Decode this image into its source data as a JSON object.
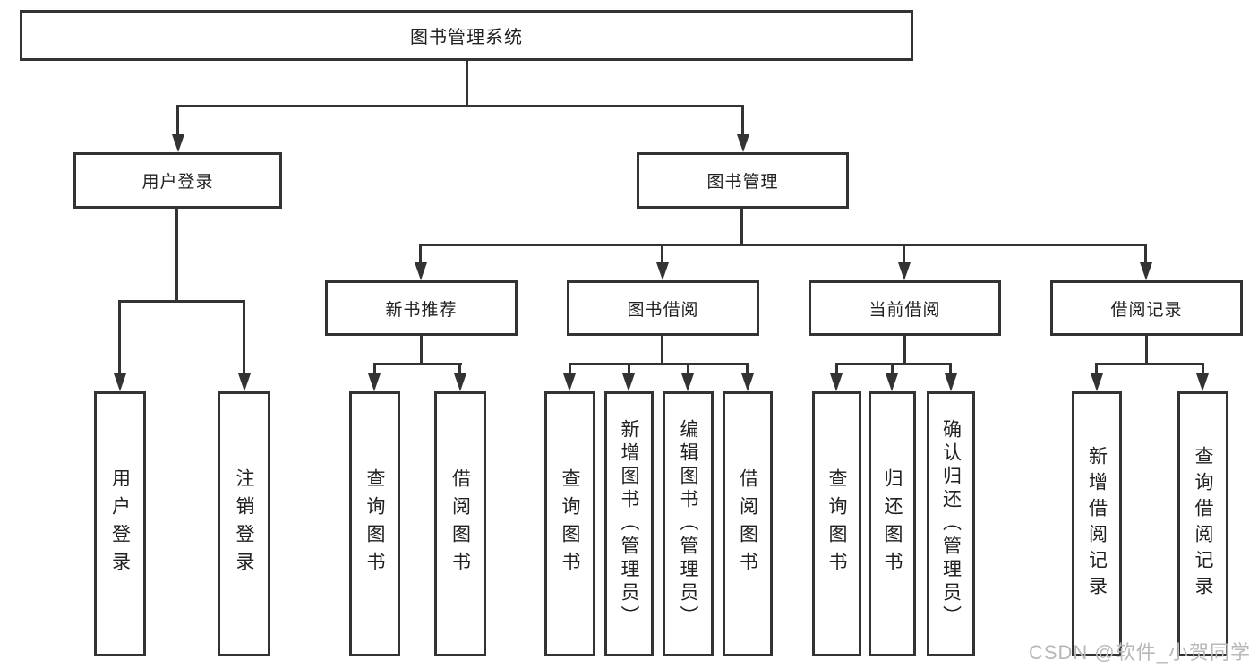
{
  "diagram": {
    "type": "hierarchy-chart",
    "watermark": "CSDN @软件_小贺同学",
    "colors": {
      "line": "#333333",
      "box_border": "#333333",
      "text": "#212121",
      "watermark": "#b8b8b8",
      "background": "#ffffff"
    },
    "root": {
      "label": "图书管理系统"
    },
    "level2": [
      {
        "label": "用户登录"
      },
      {
        "label": "图书管理"
      }
    ],
    "level3": [
      {
        "label": "新书推荐",
        "parent": "图书管理"
      },
      {
        "label": "图书借阅",
        "parent": "图书管理"
      },
      {
        "label": "当前借阅",
        "parent": "图书管理"
      },
      {
        "label": "借阅记录",
        "parent": "图书管理"
      }
    ],
    "leaves": [
      {
        "label": "用户登录",
        "parent": "用户登录"
      },
      {
        "label": "注销登录",
        "parent": "用户登录"
      },
      {
        "label": "查询图书",
        "parent": "新书推荐"
      },
      {
        "label": "借阅图书",
        "parent": "新书推荐"
      },
      {
        "label": "查询图书",
        "parent": "图书借阅"
      },
      {
        "label": "新增图书（管理员）",
        "parent": "图书借阅"
      },
      {
        "label": "编辑图书（管理员）",
        "parent": "图书借阅"
      },
      {
        "label": "借阅图书",
        "parent": "图书借阅"
      },
      {
        "label": "查询图书",
        "parent": "当前借阅"
      },
      {
        "label": "归还图书",
        "parent": "当前借阅"
      },
      {
        "label": "确认归还（管理员）",
        "parent": "当前借阅"
      },
      {
        "label": "新增借阅记录",
        "parent": "借阅记录"
      },
      {
        "label": "查询借阅记录",
        "parent": "借阅记录"
      }
    ]
  }
}
